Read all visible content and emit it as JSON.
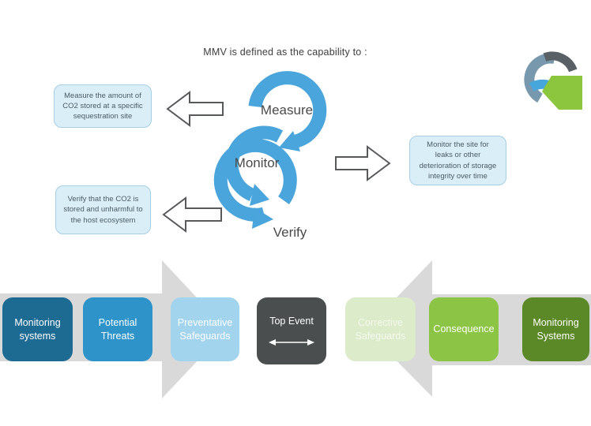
{
  "slide": {
    "title": "MMV is defined as the capability to :"
  },
  "mmv_cycle": {
    "ring_color": "#49a5db",
    "steps": [
      {
        "label": "Measure",
        "callout": "Measure the amount of CO2 stored at a specific sequestration site"
      },
      {
        "label": "Monitor",
        "callout": "Monitor the site for leaks or other deterioration of storage integrity over time"
      },
      {
        "label": "Verify",
        "callout": "Verify that the CO2 is stored and unharmful to the host ecosystem"
      }
    ]
  },
  "bowtie": {
    "arrow_color": "#d9d9d9",
    "boxes": [
      {
        "label": "Monitoring systems",
        "color": "#1d6b93"
      },
      {
        "label": "Potential Threats",
        "color": "#2e93c8"
      },
      {
        "label": "Preventative Safeguards",
        "color": "#a2d4ee"
      },
      {
        "label": "Top Event",
        "color": "#4a4e4e"
      },
      {
        "label": "Corrective Safeguards",
        "color": "#dcebc9"
      },
      {
        "label": "Consequence",
        "color": "#8cc546"
      },
      {
        "label": "Monitoring Systems",
        "color": "#5c8927"
      }
    ]
  },
  "logo": {
    "icon": "g-swoosh-logo",
    "colors": {
      "dark_gray": "#5a6166",
      "steel_blue": "#7899ad",
      "light_blue": "#47a6dc",
      "green": "#8cc63f"
    }
  }
}
